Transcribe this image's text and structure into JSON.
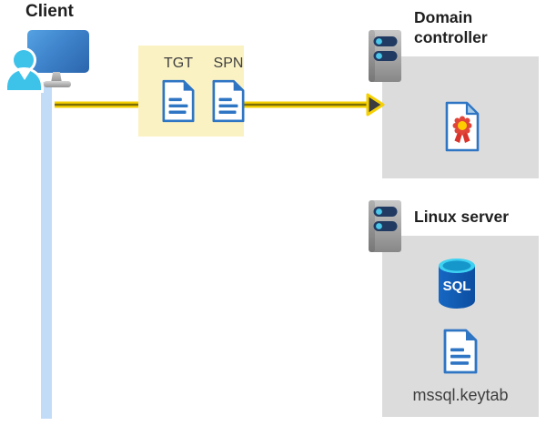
{
  "diagram": {
    "client": {
      "label": "Client"
    },
    "token_box": {
      "tgt_label": "TGT",
      "spn_label": "SPN"
    },
    "domain_controller": {
      "label": "Domain controller"
    },
    "linux_server": {
      "label": "Linux server",
      "sql_label": "SQL",
      "keytab_label": "mssql.keytab"
    }
  },
  "icons": [
    "client-person-monitor-icon",
    "tgt-document-icon",
    "spn-document-icon",
    "server-rack-icon",
    "certificate-icon",
    "sql-database-icon",
    "keytab-document-icon",
    "arrow-right-icon"
  ],
  "colors": {
    "highlight_box": "#FBF2C4",
    "container_box": "#DCDCDC",
    "arrow_yellow": "#F6D001",
    "arrow_core": "#7D6E04",
    "arrow_head": "#3C3C3E",
    "client_line": "#C2DCF8",
    "doc_blue": "#2E75C4",
    "person_cyan": "#3DC2EA",
    "sql_body_blue": "#1261BA",
    "sql_top_cyan": "#3ED2F2",
    "server_bar_navy": "#203A62",
    "server_dot_cyan": "#4AC7E9",
    "label_dark": "#1F1F1F",
    "text_gray": "#3F3F3F"
  }
}
